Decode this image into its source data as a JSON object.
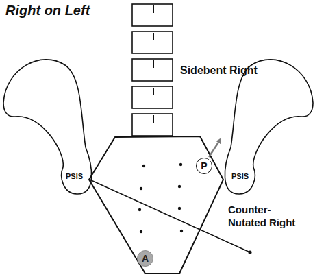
{
  "diagram": {
    "title": "Right on Left",
    "nodes": [
      {
        "text": [
          "P"
        ]
      },
      {
        "text": [
          "A"
        ]
      }
    ],
    "labels": [
      "Sidebent Right",
      "PSIS",
      "PSIS",
      "Counter-Nutated Right"
    ]
  }
}
